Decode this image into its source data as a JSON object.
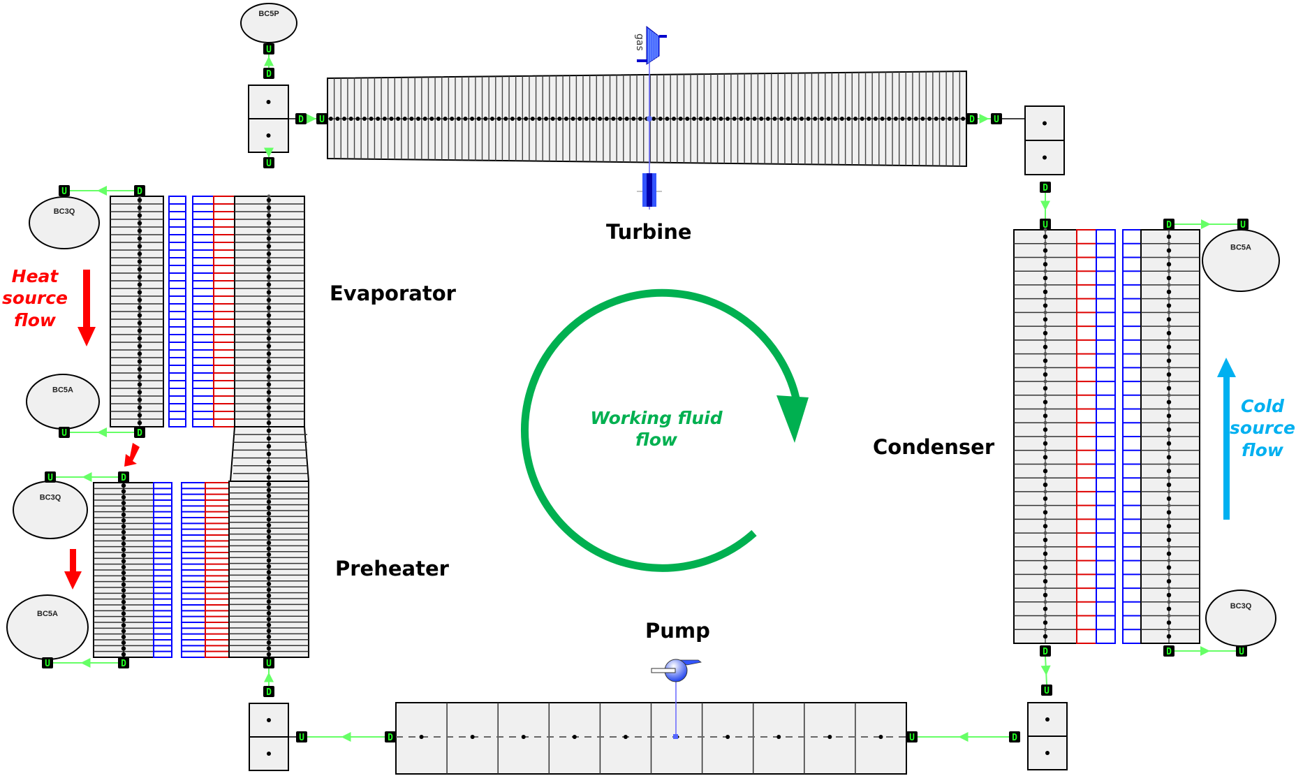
{
  "components": {
    "turbine": {
      "label": "Turbine",
      "icon_text": "gas"
    },
    "evaporator": {
      "label": "Evaporator"
    },
    "preheater": {
      "label": "Preheater"
    },
    "condenser": {
      "label": "Condenser"
    },
    "pump": {
      "label": "Pump"
    }
  },
  "boundary_conditions": {
    "top": "BC5P",
    "evap_heat_in": "BC3Q",
    "evap_heat_out": "BC5A",
    "pre_heat_in": "BC3Q",
    "pre_heat_out": "BC5A",
    "cond_cold_out": "BC5A",
    "cond_cold_in": "BC3Q"
  },
  "port_labels": {
    "upstream": "U",
    "downstream": "D"
  },
  "annotations": {
    "heat_source": [
      "Heat",
      "source",
      "flow"
    ],
    "cold_source": [
      "Cold",
      "source",
      "flow"
    ],
    "working_fluid": [
      "Working fluid",
      "flow"
    ]
  },
  "colors": {
    "heat_arrow": "#ff0000",
    "cold_arrow": "#00b0f0",
    "cycle_arrow": "#00b050",
    "connector": "#66ff66",
    "wall_blue": "#0000ff",
    "wall_red": "#dd0000",
    "cell_fill": "#f0f0f0"
  }
}
